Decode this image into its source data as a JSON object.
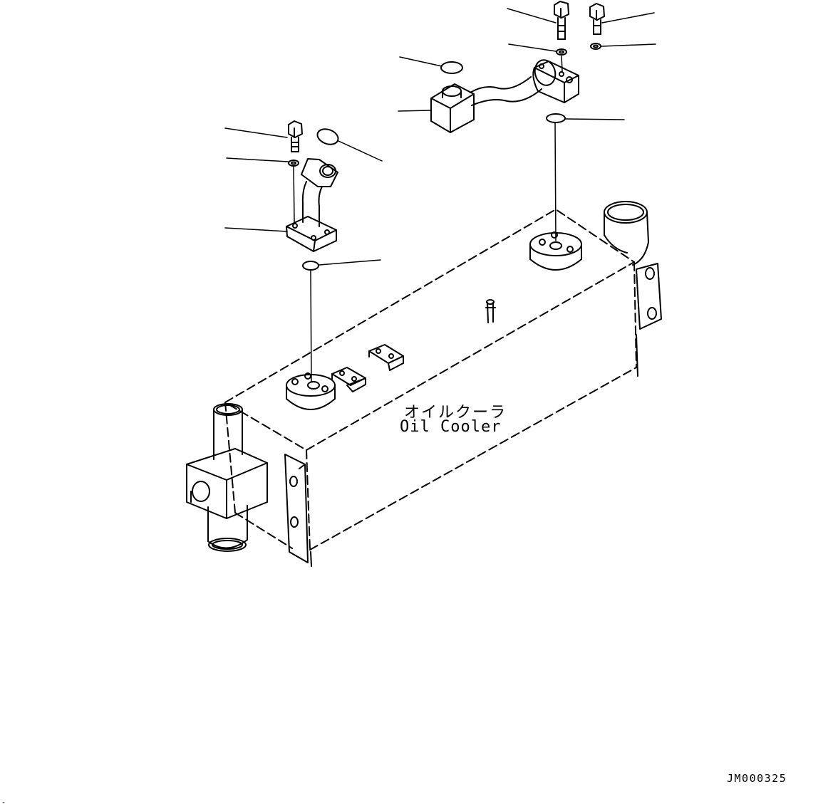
{
  "diagram": {
    "component_name_jp": "オイルクーラ",
    "component_name_en": "Oil Cooler",
    "document_id": "JM000325"
  }
}
